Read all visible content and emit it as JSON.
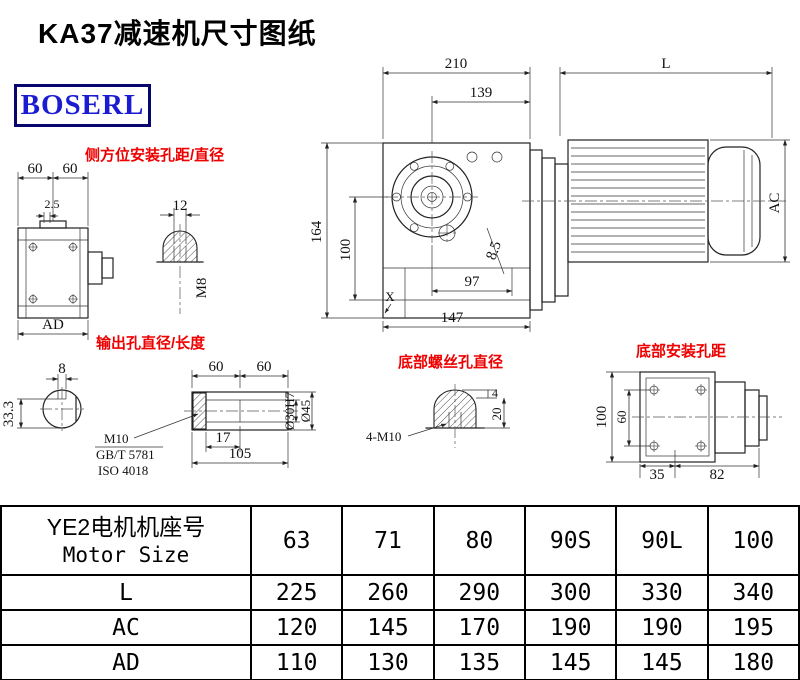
{
  "page": {
    "title": "KA37减速机尺寸图纸",
    "logo_text": "BOSERL"
  },
  "colors": {
    "annotation_red": "#ee0000",
    "logo_text_blue": "#1b1bd1",
    "logo_border_navy": "#06066e"
  },
  "labels": {
    "side_mount_label": "侧方位安装孔距/直径",
    "output_hole_label": "输出孔直径/长度",
    "bottom_screw_label": "底部螺丝孔直径",
    "bottom_mount_label": "底部安装孔距"
  },
  "main_view": {
    "dim_210": "210",
    "dim_L": "L",
    "dim_139": "139",
    "dim_164": "164",
    "dim_100": "100",
    "dim_AC": "AC",
    "dim_97": "97",
    "dim_147": "147",
    "dim_8_5": "8.5",
    "dim_X": "X"
  },
  "side_view": {
    "dim_60_left": "60",
    "dim_60_right": "60",
    "dim_2_5": "2.5",
    "dim_AD": "AD",
    "dim_12": "12",
    "dim_M8": "M8"
  },
  "shaft_view": {
    "dim_8": "8",
    "dim_33_3": "33.3",
    "thread_label": "M10",
    "std_gb": "GB/T 5781",
    "std_iso": "ISO 4018",
    "dim_60_left": "60",
    "dim_60_right": "60",
    "dim_17": "17",
    "dim_105": "105",
    "dim_d30": "Ø30H7",
    "dim_d45": "Ø45"
  },
  "bottom_screw_view": {
    "dim_4_M10": "4-M10",
    "dim_4": "4",
    "dim_20": "20"
  },
  "rear_view": {
    "dim_100": "100",
    "dim_60": "60",
    "dim_35": "35",
    "dim_82": "82"
  },
  "table": {
    "header_cn": "YE2电机机座号",
    "header_en": "Motor Size",
    "motor_sizes": [
      "63",
      "71",
      "80",
      "90S",
      "90L",
      "100"
    ],
    "rows": [
      {
        "label": "L",
        "values": [
          "225",
          "260",
          "290",
          "300",
          "330",
          "340"
        ]
      },
      {
        "label": "AC",
        "values": [
          "120",
          "145",
          "170",
          "190",
          "190",
          "195"
        ]
      },
      {
        "label": "AD",
        "values": [
          "110",
          "130",
          "135",
          "145",
          "145",
          "180"
        ]
      }
    ]
  }
}
